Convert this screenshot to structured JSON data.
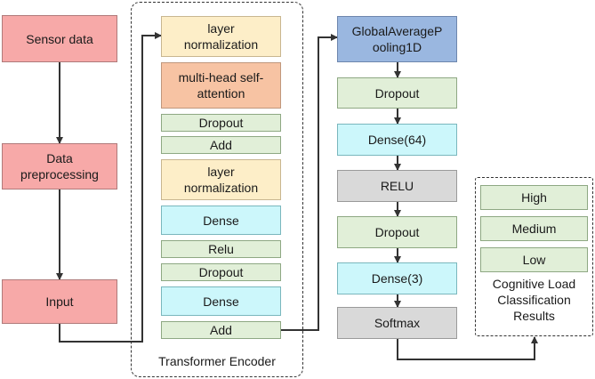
{
  "pipeline": {
    "sensor_data": "Sensor data",
    "data_preprocessing": "Data preprocessing",
    "input": "Input"
  },
  "encoder": {
    "title": "Transformer Encoder",
    "layer_norm_1": "layer normalization",
    "multi_head_attention": "multi-head self-attention",
    "dropout_1": "Dropout",
    "add_1": "Add",
    "layer_norm_2": "layer normalization",
    "dense_1": "Dense",
    "relu": "Relu",
    "dropout_2": "Dropout",
    "dense_2": "Dense",
    "add_2": "Add"
  },
  "head": {
    "global_avg_pooling": "GlobalAverageP ooling1D",
    "dropout_1": "Dropout",
    "dense_64": "Dense(64)",
    "relu": "RELU",
    "dropout_2": "Dropout",
    "dense_3": "Dense(3)",
    "softmax": "Softmax"
  },
  "results": {
    "title": "Cognitive Load Classification Results",
    "high": "High",
    "medium": "Medium",
    "low": "Low"
  },
  "colors": {
    "pink": "#f7a9a8",
    "cream": "#fdeec8",
    "orange": "#f7c3a3",
    "green": "#e1efd8",
    "cyan": "#ccf7fb",
    "blue": "#9ab7e0",
    "gray": "#d9d9d9",
    "line": "#333333"
  }
}
